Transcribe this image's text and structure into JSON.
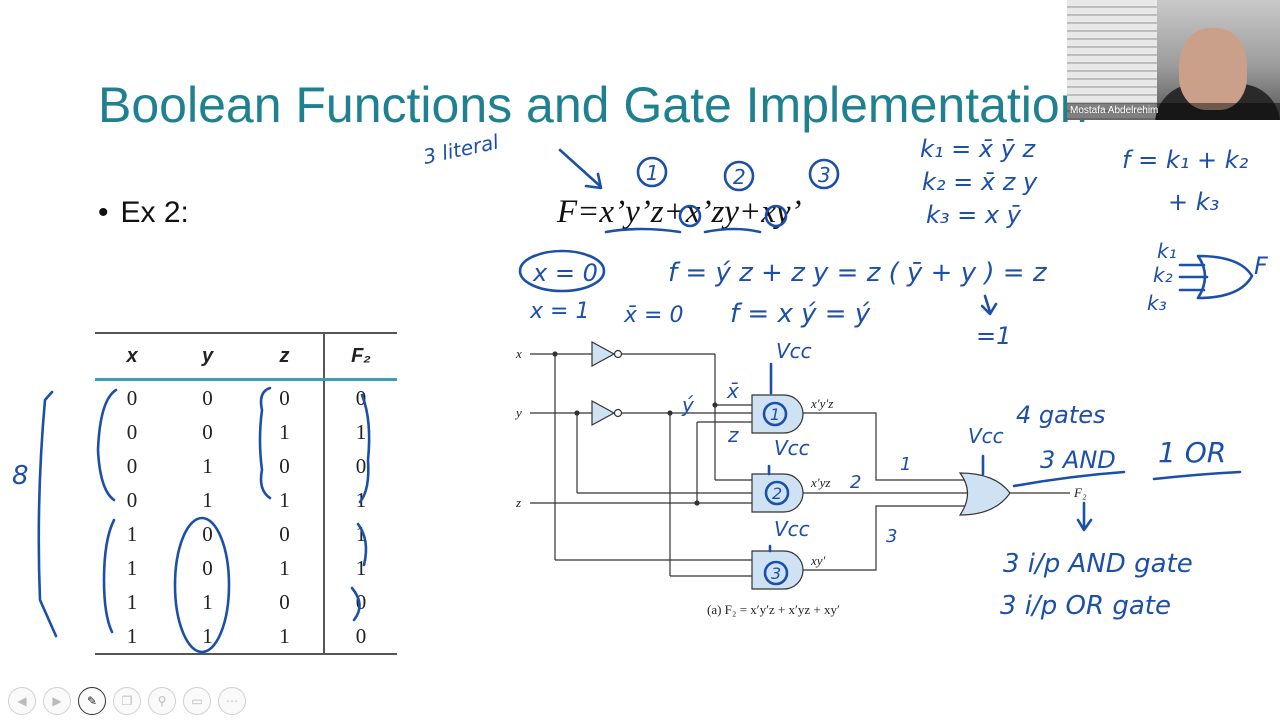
{
  "slide": {
    "title": "Boolean Functions and Gate Implementation",
    "bullet": "Ex 2:",
    "formula": "F=x’y’z+x’zy+xy’"
  },
  "truth_table": {
    "headers": [
      "x",
      "y",
      "z",
      "F₂"
    ],
    "rows": [
      [
        "0",
        "0",
        "0",
        "0"
      ],
      [
        "0",
        "0",
        "1",
        "1"
      ],
      [
        "0",
        "1",
        "0",
        "0"
      ],
      [
        "0",
        "1",
        "1",
        "1"
      ],
      [
        "1",
        "0",
        "0",
        "1"
      ],
      [
        "1",
        "0",
        "1",
        "1"
      ],
      [
        "1",
        "1",
        "0",
        "0"
      ],
      [
        "1",
        "1",
        "1",
        "0"
      ]
    ]
  },
  "circuit": {
    "inputs": [
      "x",
      "y",
      "z"
    ],
    "gate_outputs": [
      "x′y′z",
      "x′yz",
      "xy′"
    ],
    "output": "F₂",
    "caption": "(a) F₂ = x′y′z + x′yz + xy′"
  },
  "annotations": {
    "three_literal": "3 literal",
    "terms": [
      "①",
      "②",
      "③"
    ],
    "k1": "k₁ = x̄ ȳ z",
    "k2": "k₂ = x̄ z y",
    "k3": "k₃ = x ȳ",
    "f_sum_1": "f = k₁ + k₂",
    "f_sum_2": "+ k₃",
    "x_eq_0": "x = 0",
    "simplify": "f = ý z + z y  =  z ( ȳ + y )  =  z",
    "equals_one": "=1",
    "x_eq_1": "x = 1",
    "xbar_eq_0": "x̄ = 0",
    "f_x1": "f = x ý = ý",
    "or_k1": "k₁",
    "or_k2": "k₂",
    "or_k3": "k₃",
    "or_f": "F",
    "vcc": "Vcc",
    "ybar": "ý",
    "xbar": "x̄",
    "z_label": "z",
    "four_gates": "4 gates",
    "three_and": "3 AND",
    "one_or": "1 OR",
    "line_1": "1",
    "line_2": "2",
    "line_3": "3",
    "bracket_8": "8",
    "ip_and": "3 i/p  AND  gate",
    "ip_or": "3 i/p   OR   gate"
  },
  "webcam": {
    "name": "Mostafa Abdelrehim"
  },
  "toolbar": {
    "icons": [
      "prev-icon",
      "next-icon",
      "pen-icon",
      "copy-icon",
      "zoom-icon",
      "subtitles-icon",
      "more-icon"
    ]
  },
  "colors": {
    "title": "#1f8090",
    "ink": "#1c4fa8",
    "gate_fill": "#cfe2f3",
    "table_accent": "#3aa0b8"
  }
}
